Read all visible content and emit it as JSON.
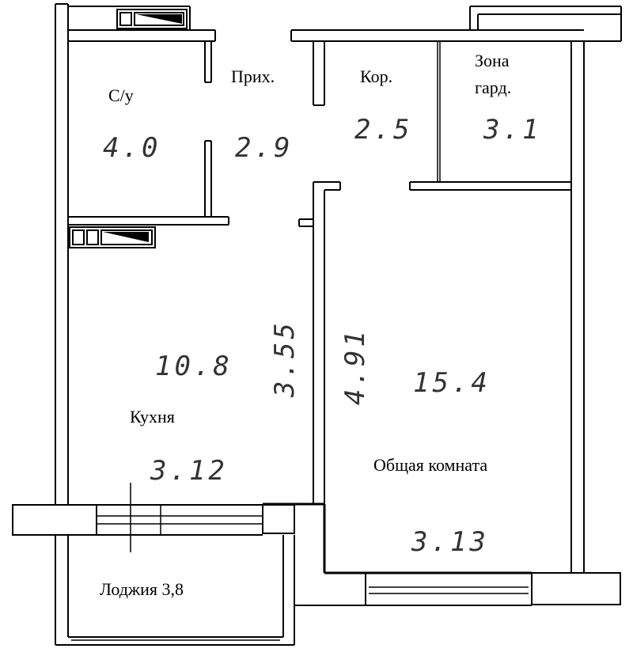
{
  "rooms": {
    "bathroom": {
      "name": "С/у",
      "area": "4.0"
    },
    "hall": {
      "name": "Прих.",
      "area": "2.9"
    },
    "corridor": {
      "name": "Кор.",
      "area": "2.5"
    },
    "wardrobe": {
      "name_line1": "Зона",
      "name_line2": "гард.",
      "area": "3.1"
    },
    "kitchen": {
      "name": "Кухня",
      "area": "10.8",
      "width": "3.12",
      "length": "3.55"
    },
    "living": {
      "name": "Общая комната",
      "area": "15.4",
      "width": "3.13",
      "length": "4.91"
    },
    "loggia": {
      "name": "Лоджия 3,8"
    }
  }
}
